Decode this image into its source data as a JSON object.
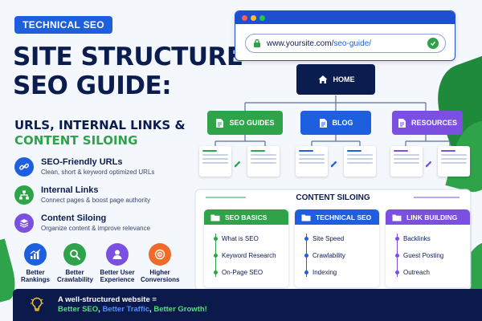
{
  "badge": "TECHNICAL SEO",
  "title_line1": "SITE STRUCTURE",
  "title_line2": "SEO GUIDE:",
  "subtitle_line1": "URLS, INTERNAL LINKS &",
  "subtitle_line2": "CONTENT SILOING",
  "features": [
    {
      "title": "SEO-Friendly URLs",
      "desc": "Clean, short & keyword optimized URLs",
      "icon": "link-icon",
      "color": "#1e5fe0"
    },
    {
      "title": "Internal Links",
      "desc": "Connect pages & boost page authority",
      "icon": "sitemap-icon",
      "color": "#2fa34a"
    },
    {
      "title": "Content Siloing",
      "desc": "Organize content & improve relevance",
      "icon": "layers-icon",
      "color": "#7b4fe0"
    }
  ],
  "benefits": [
    {
      "line1": "Better",
      "line2": "Rankings",
      "icon": "chart-icon",
      "color": "#1e5fe0"
    },
    {
      "line1": "Better",
      "line2": "Crawlability",
      "icon": "search-icon",
      "color": "#2fa34a"
    },
    {
      "line1": "Better User",
      "line2": "Experience",
      "icon": "user-icon",
      "color": "#7b4fe0"
    },
    {
      "line1": "Higher",
      "line2": "Conversions",
      "icon": "target-icon",
      "color": "#f06a2a"
    }
  ],
  "browser": {
    "url_prefix": "www.yoursite.com/",
    "url_path": "seo-guide/"
  },
  "home_label": "HOME",
  "sections": [
    {
      "label": "SEO GUIDES",
      "color": "#2fa34a"
    },
    {
      "label": "BLOG",
      "color": "#1e5fe0"
    },
    {
      "label": "RESOURCES",
      "color": "#7b4fe0"
    }
  ],
  "siloing_title": "CONTENT SILOING",
  "silos": [
    {
      "label": "SEO BASICS",
      "color": "#2fa34a",
      "items": [
        "What is SEO",
        "Keyword Research",
        "On-Page SEO"
      ]
    },
    {
      "label": "TECHNICAL SEO",
      "color": "#1e5fe0",
      "items": [
        "Site Speed",
        "Crawlability",
        "Indexing"
      ]
    },
    {
      "label": "LINK BUILDING",
      "color": "#7b4fe0",
      "items": [
        "Backlinks",
        "Guest Posting",
        "Outreach"
      ]
    }
  ],
  "footer": {
    "line1": "A well-structured website =",
    "p1": "Better SEO",
    "sep1": ", ",
    "p2": "Better Traffic",
    "sep2": ", ",
    "p3": "Better Growth!"
  }
}
